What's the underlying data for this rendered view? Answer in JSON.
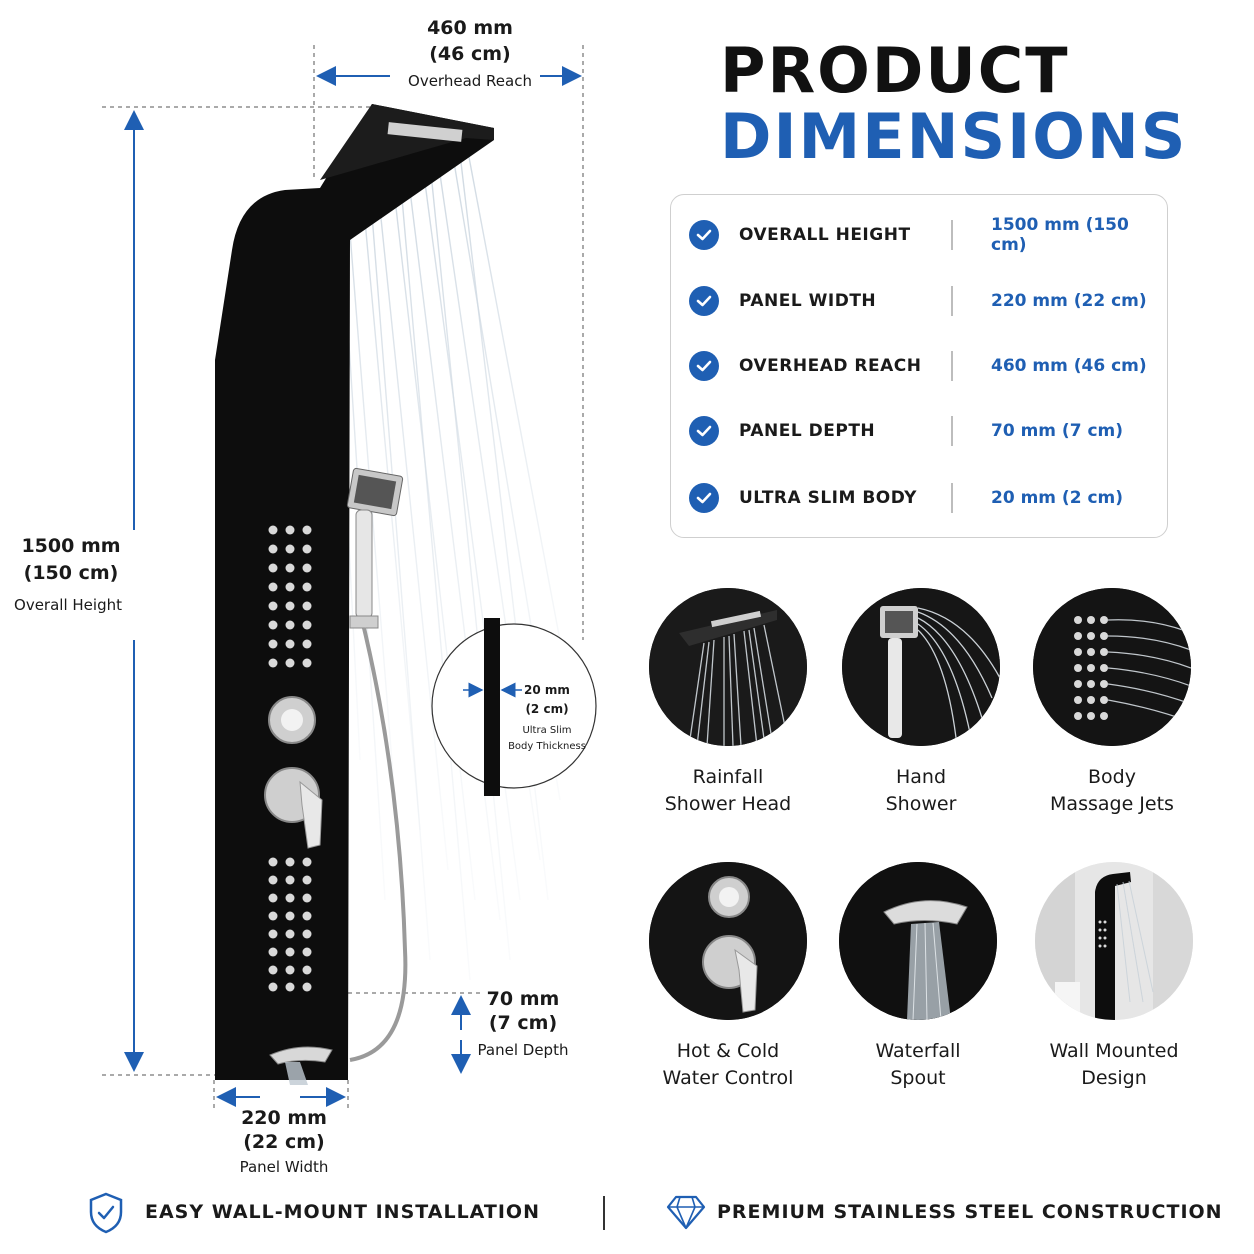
{
  "dimensions": {
    "reach": {
      "value": "460 mm",
      "alt": "(46 cm)",
      "caption": "Overhead Reach"
    },
    "height": {
      "value": "1500 mm",
      "alt": "(150 cm)",
      "caption": "Overall Height"
    },
    "depth": {
      "value": "70 mm",
      "alt": "(7 cm)",
      "caption": "Panel Depth"
    },
    "width": {
      "value": "220 mm",
      "alt": "(22 cm)",
      "caption": "Panel Width"
    },
    "thickness": {
      "value": "20 mm",
      "alt": "(2 cm)",
      "caption1": "Ultra Slim",
      "caption2": "Body Thickness"
    }
  },
  "title": {
    "line1": "PRODUCT",
    "line2": "DIMENSIONS"
  },
  "specs": [
    {
      "label": "OVERALL HEIGHT",
      "value": "1500 mm (150 cm)"
    },
    {
      "label": "PANEL WIDTH",
      "value": "220 mm (22 cm)"
    },
    {
      "label": "OVERHEAD REACH",
      "value": "460 mm (46 cm)"
    },
    {
      "label": "PANEL DEPTH",
      "value": "70 mm (7 cm)"
    },
    {
      "label": "ULTRA SLIM BODY",
      "value": "20 mm (2 cm)"
    }
  ],
  "features": [
    {
      "line1": "Rainfall",
      "line2": "Shower Head"
    },
    {
      "line1": "Hand",
      "line2": "Shower"
    },
    {
      "line1": "Body",
      "line2": "Massage Jets"
    },
    {
      "line1": "Hot & Cold",
      "line2": "Water Control"
    },
    {
      "line1": "Waterfall",
      "line2": "Spout"
    },
    {
      "line1": "Wall Mounted",
      "line2": "Design"
    }
  ],
  "footer": {
    "left": "EASY WALL-MOUNT INSTALLATION",
    "right": "PREMIUM STAINLESS STEEL CONSTRUCTION"
  },
  "colors": {
    "accent": "#1f5fb3",
    "panel": "#0d0d0d",
    "text": "#1a1a1a"
  }
}
